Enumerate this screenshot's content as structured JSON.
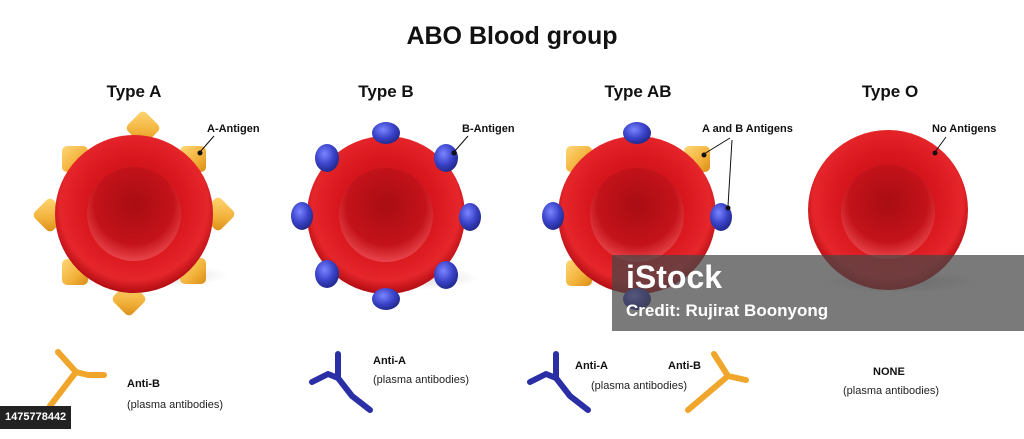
{
  "title": "ABO Blood group",
  "types": [
    {
      "title": "Type A",
      "callout": "A-Antigen",
      "antibody": {
        "label": "Anti-B",
        "sub": "(plasma antibodies)"
      }
    },
    {
      "title": "Type B",
      "callout": "B-Antigen",
      "antibody": {
        "label": "Anti-A",
        "sub": "(plasma antibodies)"
      }
    },
    {
      "title": "Type AB",
      "callout": "A and B Antigens",
      "antibodies": [
        {
          "label": "Anti-A",
          "sub": "(plasma antibodies)"
        },
        {
          "label": "Anti-B"
        }
      ]
    },
    {
      "title": "Type O",
      "callout": "No Antigens",
      "antibody": {
        "label": "NONE",
        "sub": "(plasma antibodies)"
      }
    }
  ],
  "watermark": {
    "logo": "iStock",
    "credit": "Credit: Rujirat Boonyong"
  },
  "stock_id": "1475778442",
  "colors": {
    "cell_red": "#d2141b",
    "antigen_a": "#f2b13a",
    "antigen_b": "#3a43c9",
    "antibody_a": "#2b2fa6",
    "antibody_b": "#f0a62a"
  }
}
